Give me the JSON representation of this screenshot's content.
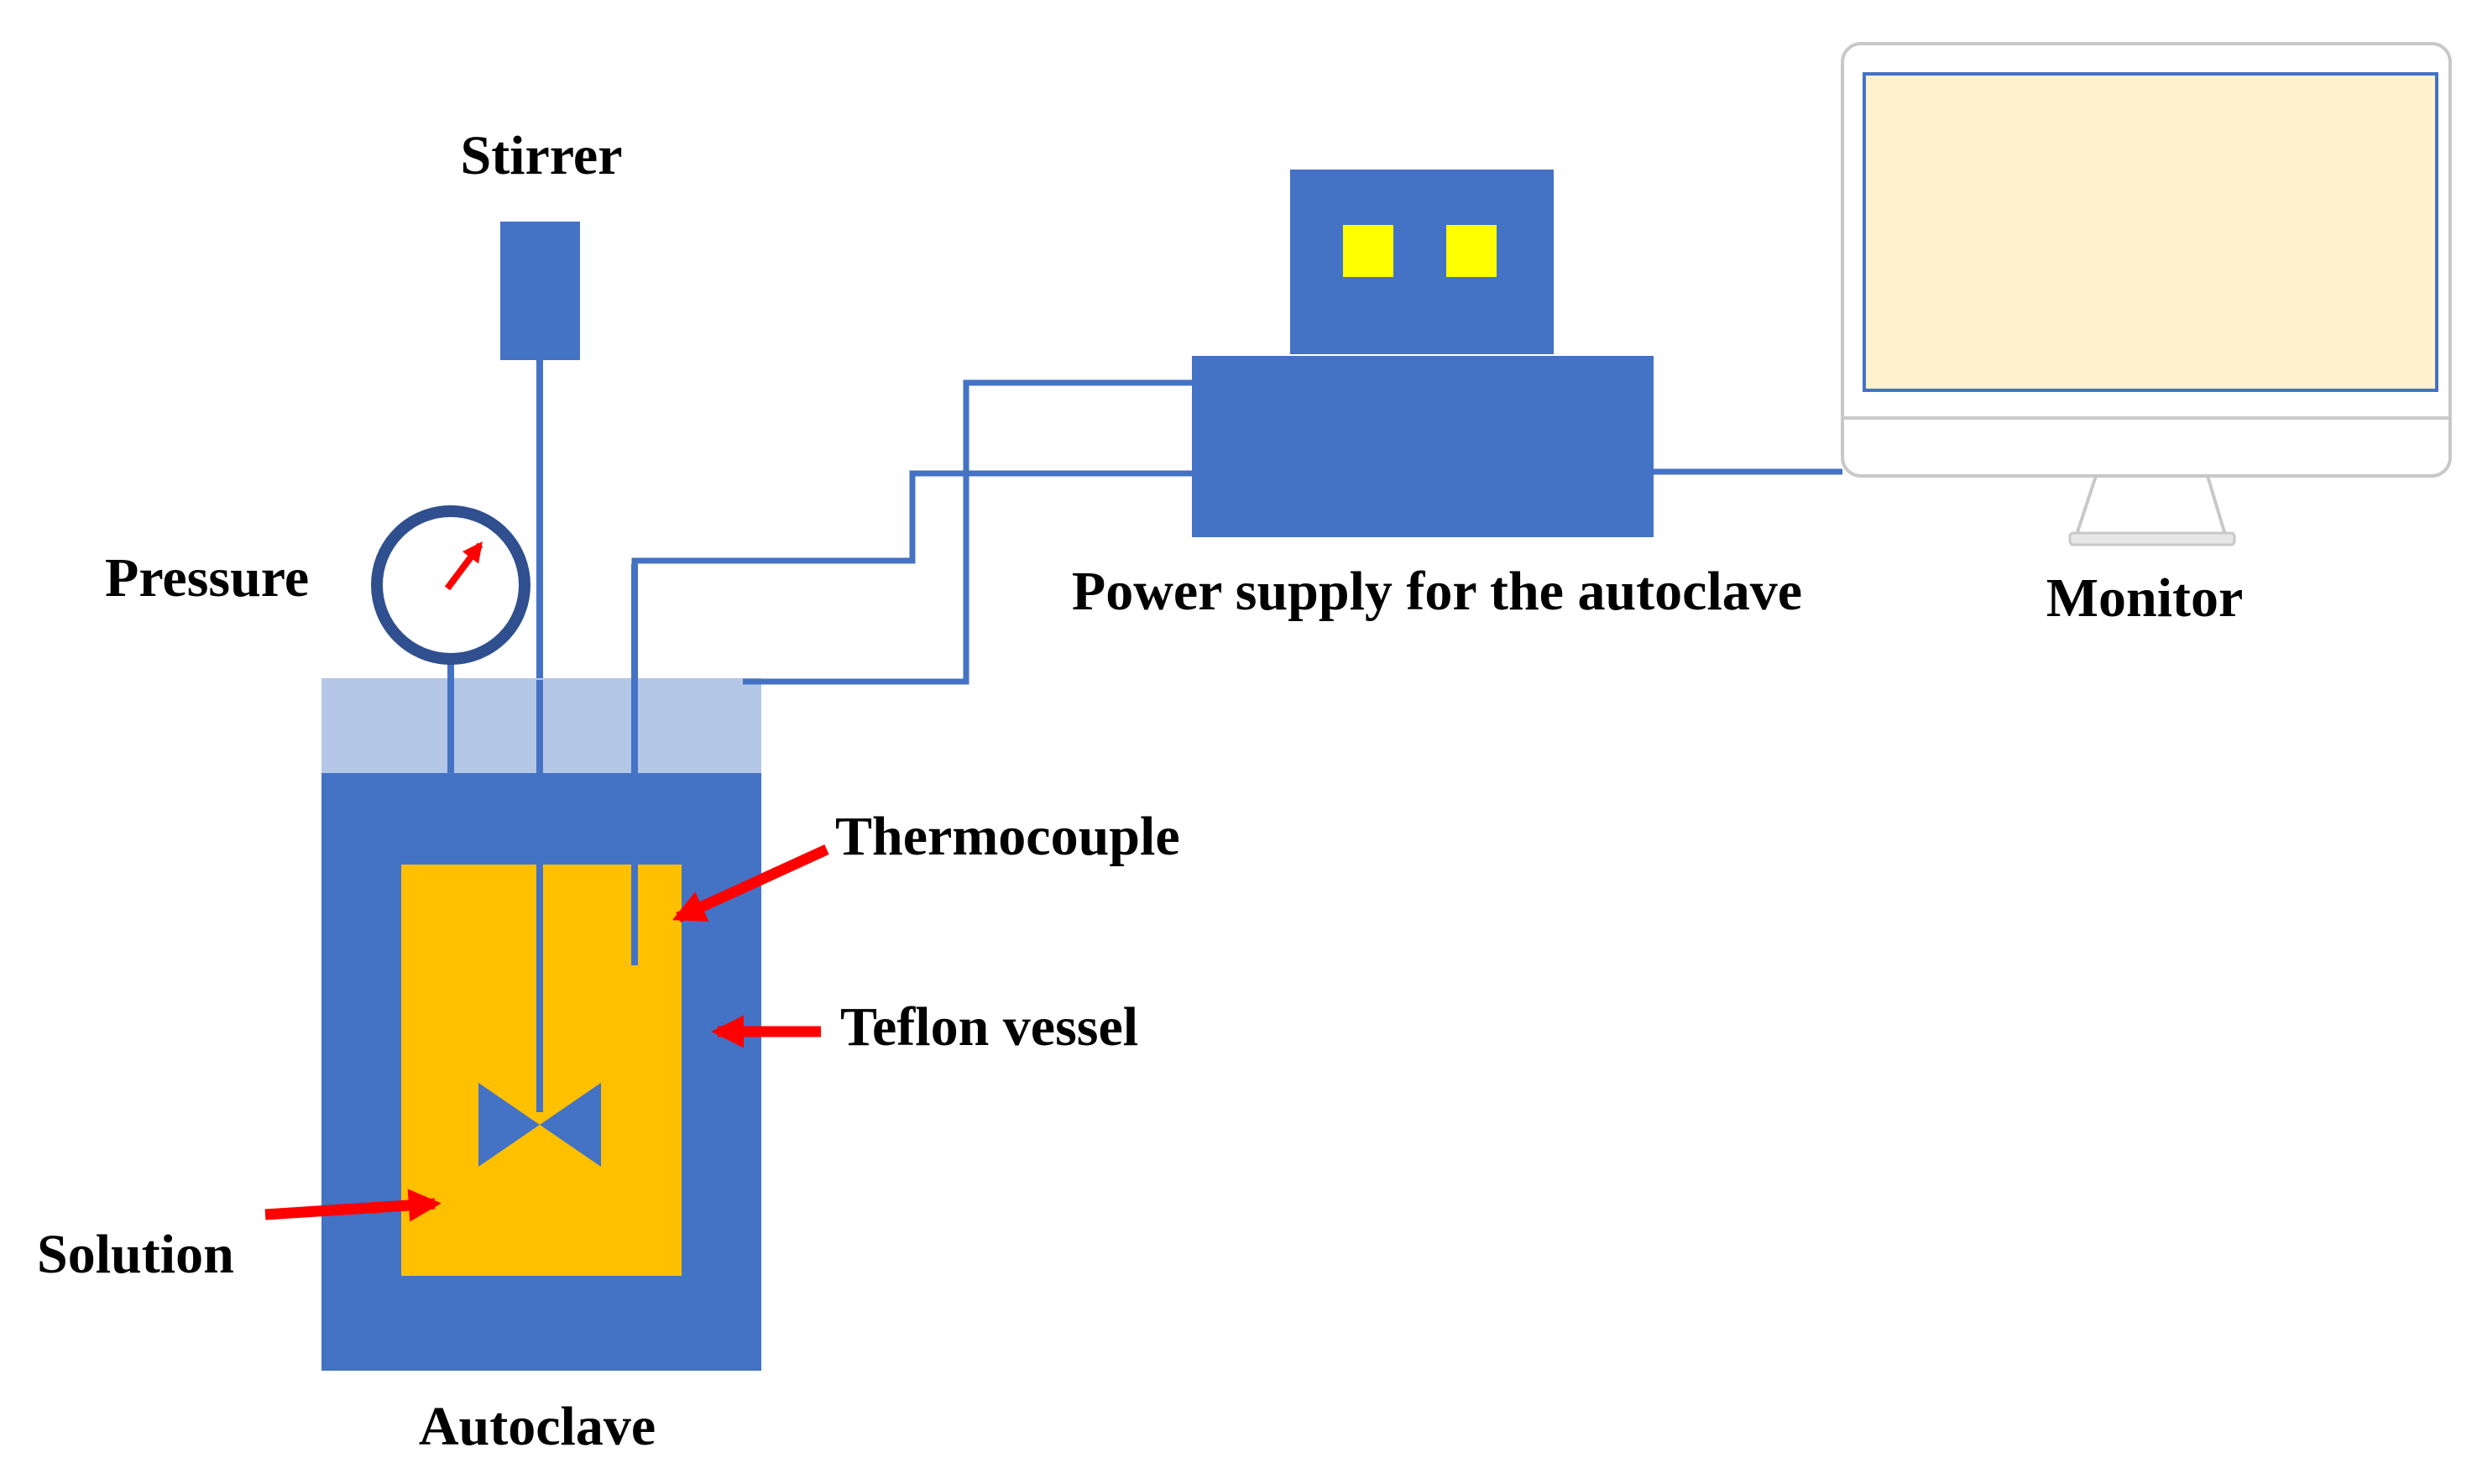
{
  "labels": {
    "stirrer": "Stirrer",
    "pressure": "Pressure",
    "thermocouple": "Thermocouple",
    "teflon_vessel": "Teflon vessel",
    "solution": "Solution",
    "autoclave": "Autoclave",
    "power_supply": "Power supply for the autoclave",
    "monitor": "Monitor"
  },
  "colors": {
    "equipment_blue": "#4472C4",
    "lid_light_blue": "#B4C7E7",
    "gauge_ring": "#2F4F8F",
    "solution_gold": "#FFC000",
    "indicator_yellow": "#FFFF00",
    "arrow_red": "#FF0000",
    "screen_cream": "#FFF2CC",
    "monitor_frame": "#E0E0E0"
  }
}
